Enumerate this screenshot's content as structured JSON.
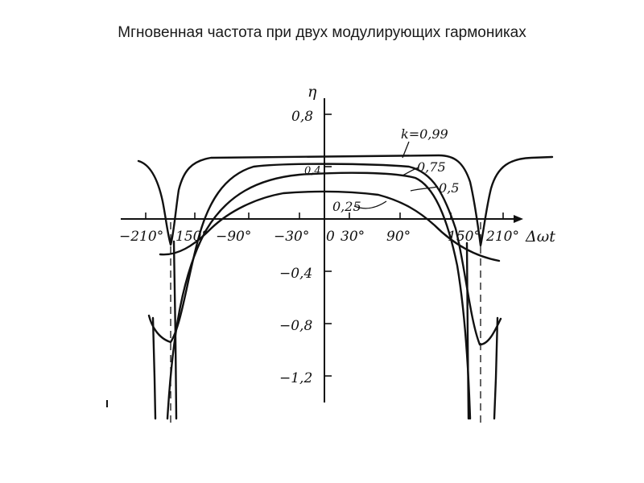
{
  "title": "Мгновенная частота при двух модулирующих гармониках",
  "diagram": {
    "y_axis_label": "η",
    "x_axis_label": "Δωt",
    "y_tick_labels": [
      "0,8",
      "0,4",
      "−0,4",
      "−0,8",
      "−1,2"
    ],
    "x_tick_labels": [
      "−210°",
      "150°",
      "−90°",
      "−30°",
      "0",
      "30°",
      "90°",
      "150°",
      "210°"
    ],
    "curves": [
      {
        "label": "k=0,99"
      },
      {
        "label": "0,75"
      },
      {
        "label": "0,5"
      },
      {
        "label": "0,25"
      }
    ]
  }
}
